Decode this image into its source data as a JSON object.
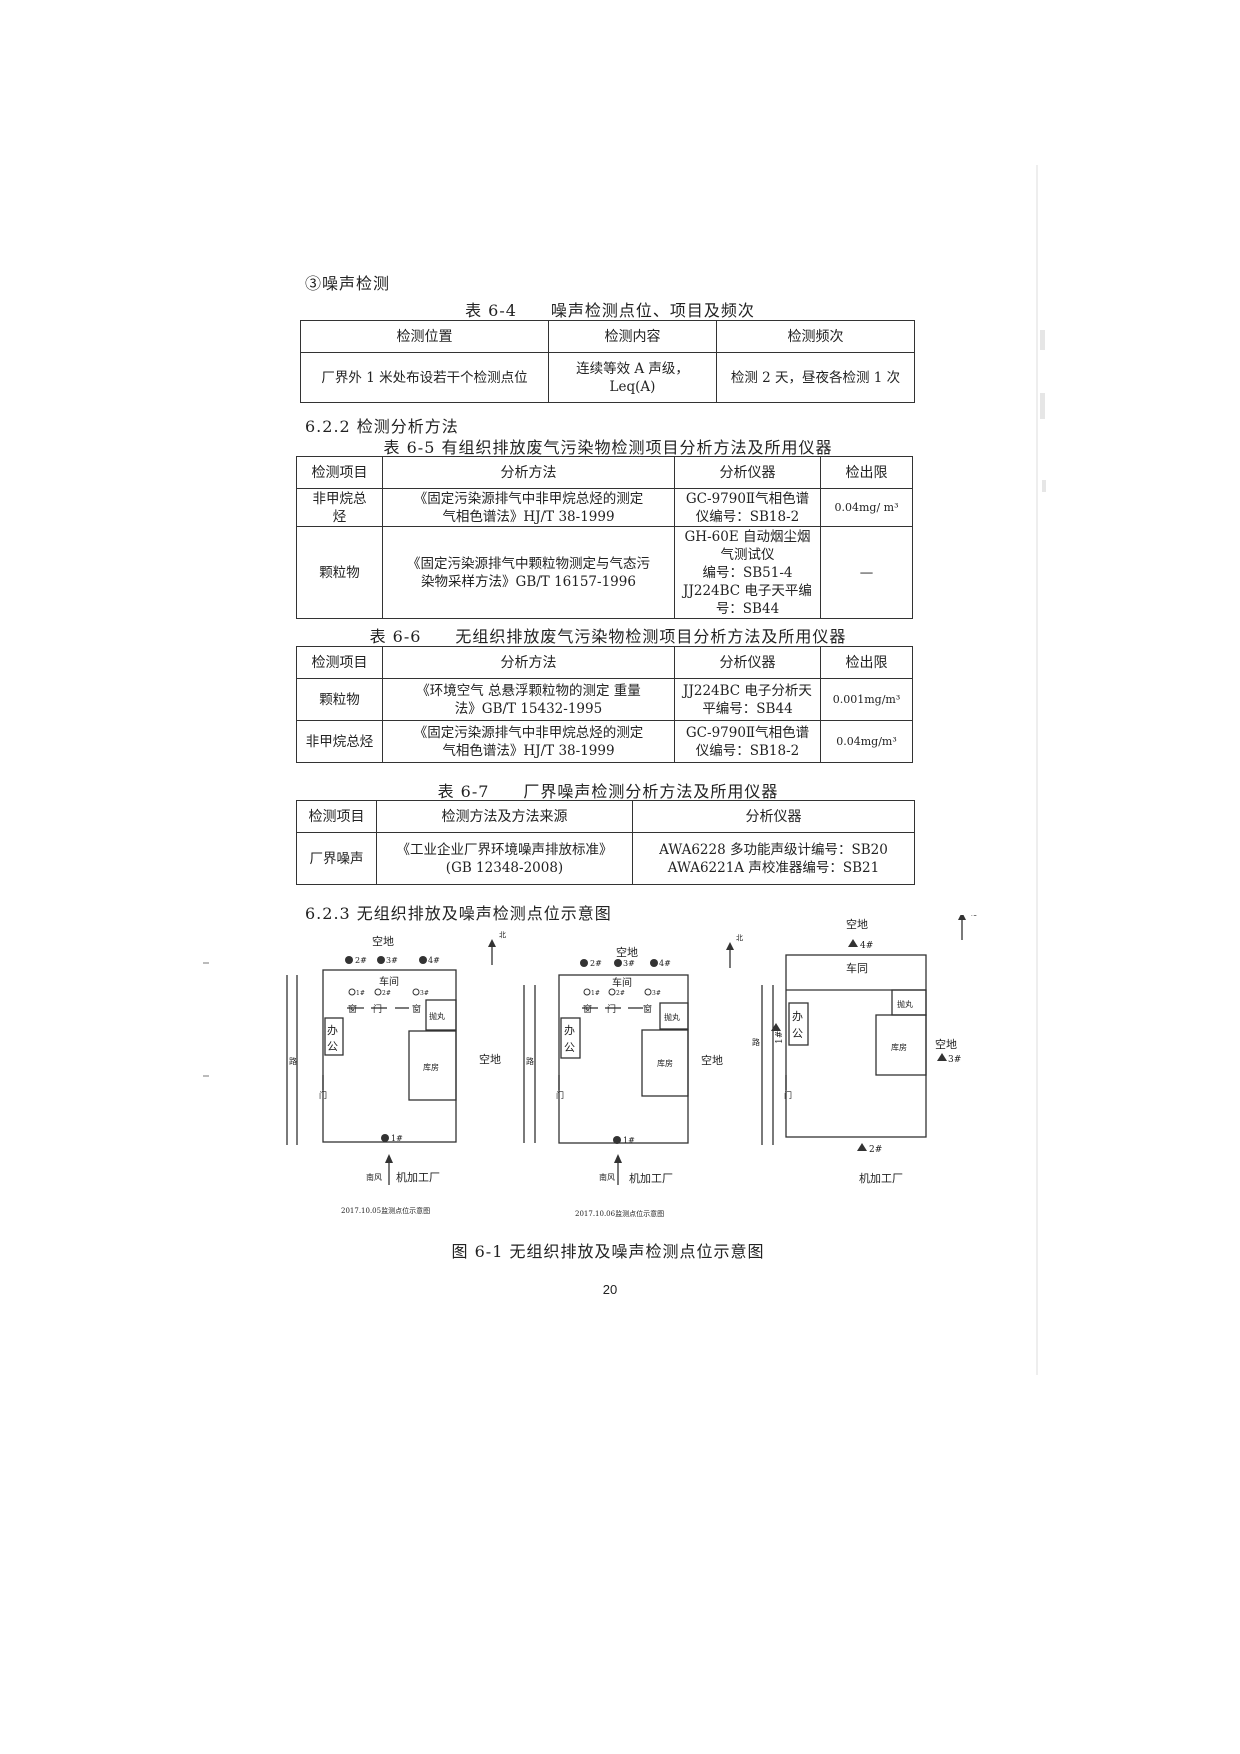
{
  "section_noise": {
    "heading": "③噪声检测"
  },
  "table64": {
    "caption": "表 6-4　　噪声检测点位、项目及频次",
    "headers": [
      "检测位置",
      "检测内容",
      "检测频次"
    ],
    "row": [
      "厂界外 1 米处布设若干个检测点位",
      "连续等效 A 声级，",
      "Leq(A)",
      "检测 2 天，昼夜各检测 1 次"
    ]
  },
  "section_622": {
    "heading": "6.2.2 检测分析方法"
  },
  "table65": {
    "caption": "表 6-5 有组织排放废气污染物检测项目分析方法及所用仪器",
    "headers": [
      "检测项目",
      "分析方法",
      "分析仪器",
      "检出限"
    ],
    "rows": [
      {
        "item": [
          "非甲烷总",
          "烃"
        ],
        "method": [
          "《固定污染源排气中非甲烷总烃的测定",
          "气相色谱法》HJ/T 38-1999"
        ],
        "instrument": [
          "GC-9790Ⅱ气相色谱",
          "仪编号：SB18-2"
        ],
        "limit": "0.04mg/ m³"
      },
      {
        "item": [
          "颗粒物"
        ],
        "method": [
          "《固定污染源排气中颗粒物测定与气态污",
          "染物采样方法》GB/T 16157-1996"
        ],
        "instrument": [
          "GH-60E 自动烟尘烟",
          "气测试仪",
          "编号：SB51-4",
          "JJ224BC 电子天平编",
          "号：SB44"
        ],
        "limit": "—"
      }
    ]
  },
  "table66": {
    "caption": "表 6-6　　无组织排放废气污染物检测项目分析方法及所用仪器",
    "headers": [
      "检测项目",
      "分析方法",
      "分析仪器",
      "检出限"
    ],
    "rows": [
      {
        "item": [
          "颗粒物"
        ],
        "method": [
          "《环境空气  总悬浮颗粒物的测定  重量",
          "法》GB/T 15432-1995"
        ],
        "instrument": [
          "JJ224BC 电子分析天",
          "平编号：SB44"
        ],
        "limit": "0.001mg/m³"
      },
      {
        "item": [
          "非甲烷总烃"
        ],
        "method": [
          "《固定污染源排气中非甲烷总烃的测定",
          "气相色谱法》HJ/T 38-1999"
        ],
        "instrument": [
          "GC-9790Ⅱ气相色谱",
          "仪编号：SB18-2"
        ],
        "limit": "0.04mg/m³"
      }
    ]
  },
  "table67": {
    "caption": "表 6-7　　厂界噪声检测分析方法及所用仪器",
    "headers": [
      "检测项目",
      "检测方法及方法来源",
      "分析仪器"
    ],
    "row": {
      "item": "厂界噪声",
      "method": [
        "《工业企业厂界环境噪声排放标准》",
        "(GB 12348-2008)"
      ],
      "instrument": [
        "AWA6228 多功能声级计编号：SB20",
        "AWA6221A 声校准器编号：SB21"
      ]
    }
  },
  "section_623": {
    "heading": "6.2.3 无组织排放及噪声检测点位示意图"
  },
  "diagram": {
    "labels": {
      "open_land": "空地",
      "north": "北",
      "workshop": "车间",
      "workshop_alt": "车同",
      "window": "窗",
      "door": "门",
      "office_1": "办",
      "office_2": "公",
      "shot_blast": "抛丸",
      "warehouse": "库房",
      "road": "路",
      "south_wind": "南风",
      "machining_plant": "机加工厂"
    },
    "points": {
      "p1": "1#",
      "p2": "2#",
      "p3": "3#",
      "p4": "4#"
    },
    "sub_captions": [
      "2017.10.05监测点位示意图",
      "2017.10.06监测点位示意图"
    ],
    "figure_caption": "图 6-1  无组织排放及噪声检测点位示意图"
  },
  "page": {
    "number": "20"
  }
}
